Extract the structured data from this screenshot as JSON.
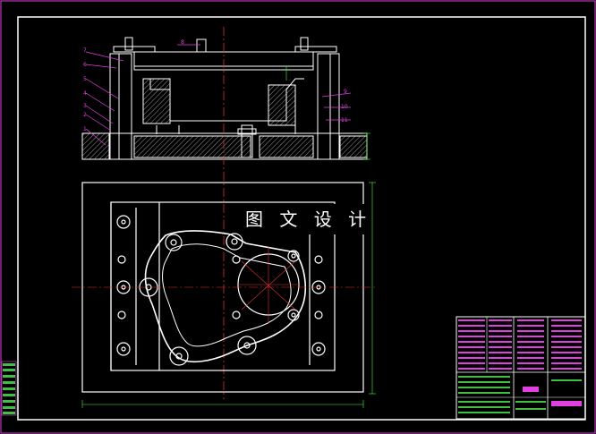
{
  "drawing": {
    "watermark": "图 文 设 计",
    "part_labels_left": [
      "7",
      "6",
      "5",
      "4",
      "3",
      "2",
      "1"
    ],
    "part_labels_right": [
      "9",
      "10",
      "11"
    ],
    "part_label_top": "8"
  },
  "colors": {
    "background": "#000000",
    "outline": "#ffffff",
    "center_line": "#e03030",
    "leader": "#e040e0",
    "dimension": "#40ff40",
    "frame": "#ffffff",
    "title_block": "#e040e0"
  }
}
